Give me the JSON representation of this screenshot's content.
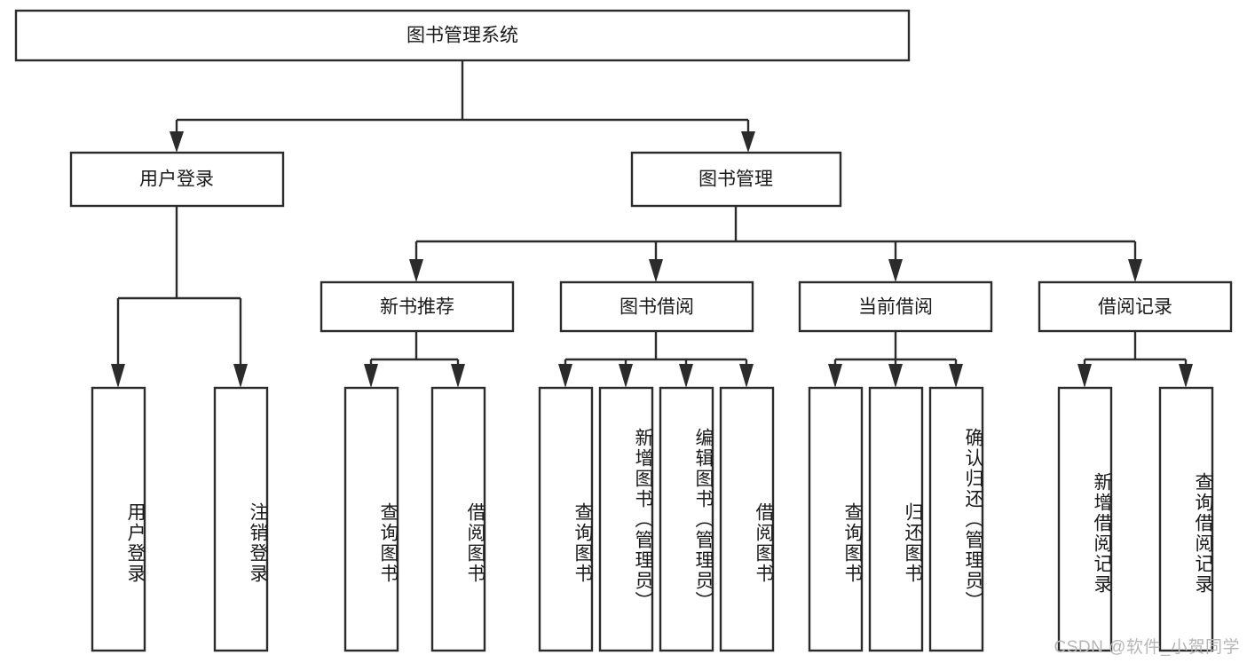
{
  "diagram": {
    "type": "tree",
    "title": "图书管理系统",
    "root": {
      "id": "root",
      "label": "图书管理系统",
      "orientation": "horizontal"
    },
    "level2": [
      {
        "id": "user-login",
        "label": "用户登录",
        "orientation": "horizontal"
      },
      {
        "id": "book-management",
        "label": "图书管理",
        "orientation": "horizontal"
      }
    ],
    "level3": [
      {
        "id": "new-book-recommend",
        "label": "新书推荐",
        "orientation": "horizontal",
        "parent": "book-management"
      },
      {
        "id": "book-borrow",
        "label": "图书借阅",
        "orientation": "horizontal",
        "parent": "book-management"
      },
      {
        "id": "current-borrow",
        "label": "当前借阅",
        "orientation": "horizontal",
        "parent": "book-management"
      },
      {
        "id": "borrow-record",
        "label": "借阅记录",
        "orientation": "horizontal",
        "parent": "book-management"
      }
    ],
    "leaves": [
      {
        "id": "leaf-user-login",
        "label": "用户登录",
        "orientation": "vertical",
        "parent": "user-login"
      },
      {
        "id": "leaf-user-logout",
        "label": "注销登录",
        "orientation": "vertical",
        "parent": "user-login"
      },
      {
        "id": "leaf-query-book-1",
        "label": "查询图书",
        "orientation": "vertical",
        "parent": "new-book-recommend"
      },
      {
        "id": "leaf-borrow-book-1",
        "label": "借阅图书",
        "orientation": "vertical",
        "parent": "new-book-recommend"
      },
      {
        "id": "leaf-query-book-2",
        "label": "查询图书",
        "orientation": "vertical",
        "parent": "book-borrow"
      },
      {
        "id": "leaf-add-book",
        "label": "新增图书（管理员）",
        "orientation": "vertical",
        "parent": "book-borrow"
      },
      {
        "id": "leaf-edit-book",
        "label": "编辑图书（管理员）",
        "orientation": "vertical",
        "parent": "book-borrow"
      },
      {
        "id": "leaf-borrow-book-2",
        "label": "借阅图书",
        "orientation": "vertical",
        "parent": "book-borrow"
      },
      {
        "id": "leaf-query-book-3",
        "label": "查询图书",
        "orientation": "vertical",
        "parent": "current-borrow"
      },
      {
        "id": "leaf-return-book",
        "label": "归还图书",
        "orientation": "vertical",
        "parent": "current-borrow"
      },
      {
        "id": "leaf-confirm-return",
        "label": "确认归还（管理员）",
        "orientation": "vertical",
        "parent": "current-borrow"
      },
      {
        "id": "leaf-add-record",
        "label": "新增借阅记录",
        "orientation": "vertical",
        "parent": "borrow-record"
      },
      {
        "id": "leaf-query-record",
        "label": "查询借阅记录",
        "orientation": "vertical",
        "parent": "borrow-record"
      }
    ],
    "style": {
      "box_fill": "#ffffff",
      "box_stroke": "#2b2b2b",
      "text_color": "#1a1a1a",
      "background": "#ffffff"
    }
  },
  "watermark": {
    "text": "CSDN @软件_小贺同学",
    "color": "#b6b6b6"
  }
}
